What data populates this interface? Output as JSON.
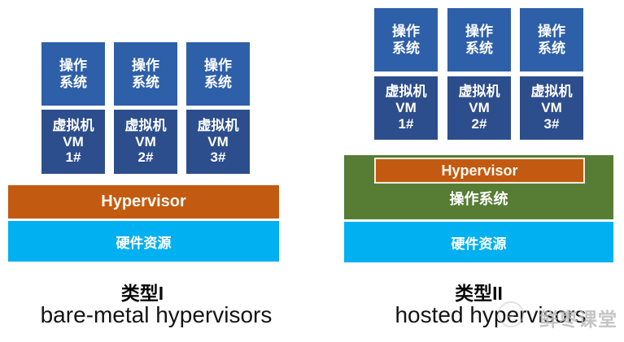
{
  "colors": {
    "os_box_blue": "#2E5FA9",
    "vm_box_blue": "#2D4E8D",
    "hypervisor_orange": "#C35A11",
    "hardware_cyan": "#00B0F0",
    "host_os_green": "#567D33"
  },
  "left": {
    "os_box": {
      "line1": "操作",
      "line2": "系统"
    },
    "vm_boxes": [
      {
        "line1": "虚拟机",
        "line2": "VM",
        "line3": "1#"
      },
      {
        "line1": "虚拟机",
        "line2": "VM",
        "line3": "2#"
      },
      {
        "line1": "虚拟机",
        "line2": "VM",
        "line3": "3#"
      }
    ],
    "hypervisor_label": "Hypervisor",
    "hardware_label": "硬件资源",
    "type_label": "类型I",
    "subtitle": "bare-metal hypervisors"
  },
  "right": {
    "os_box": {
      "line1": "操作",
      "line2": "系统"
    },
    "vm_boxes": [
      {
        "line1": "虚拟机",
        "line2": "VM",
        "line3": "1#"
      },
      {
        "line1": "虚拟机",
        "line2": "VM",
        "line3": "2#"
      },
      {
        "line1": "虚拟机",
        "line2": "VM",
        "line3": "3#"
      }
    ],
    "hypervisor_label": "Hypervisor",
    "host_os_label": "操作系统",
    "hardware_label": "硬件资源",
    "type_label": "类型II",
    "subtitle": "hosted hypervisors"
  },
  "watermark": {
    "text": "鲜枣课堂"
  }
}
